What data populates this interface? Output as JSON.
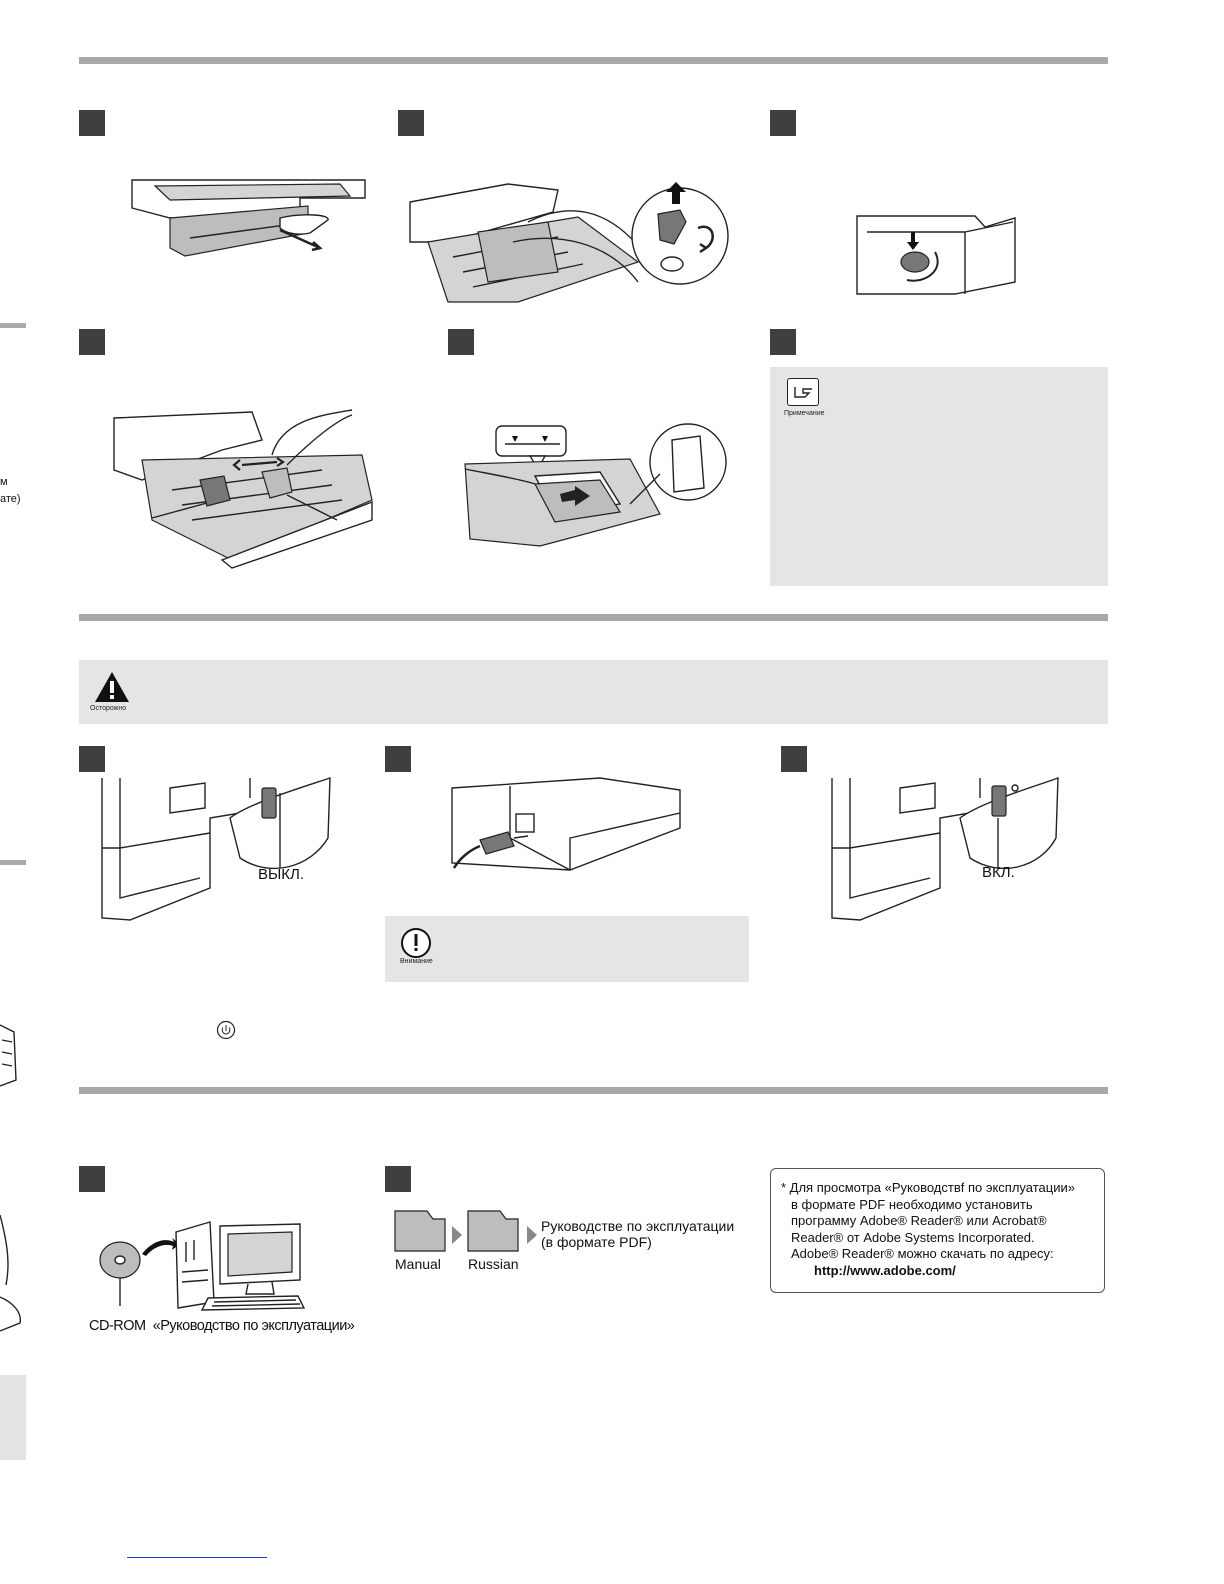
{
  "labels": {
    "off": "ВЫКЛ.",
    "on": "ВКЛ.",
    "note_icon": "Примечание",
    "caution_icon": "Осторожно",
    "attention_icon": "Внимание",
    "cdrom": "CD-ROM",
    "cdrom_manual": "«Руководство по эксплуатации»",
    "folder_manual": "Manual",
    "folder_russian": "Russian",
    "pdf_line1": "Руководстве по эксплуатации",
    "pdf_line2": "(в формате PDF)"
  },
  "margin_fragments": {
    "m": "м",
    "ate": "ате)"
  },
  "pdf_note": {
    "line1": "* Для просмотра «Руководствf по эксплуатации»",
    "line2": "в формате PDF необходимо установить",
    "line3": "программу Adobe® Reader® или Acrobat®",
    "line4": "Reader® от Adobe Systems Incorporated.",
    "line5": "Adobe® Reader® можно скачать по адресу:",
    "url": "http://www.adobe.com/"
  },
  "icons": {
    "note": "pointing-hand-icon",
    "caution": "warning-triangle-icon",
    "attention": "exclamation-circle-icon",
    "power": "power-key-icon"
  },
  "colors": {
    "rule": "#a8a8a8",
    "step_marker": "#3f3f3f",
    "panel": "#e5e5e5"
  }
}
